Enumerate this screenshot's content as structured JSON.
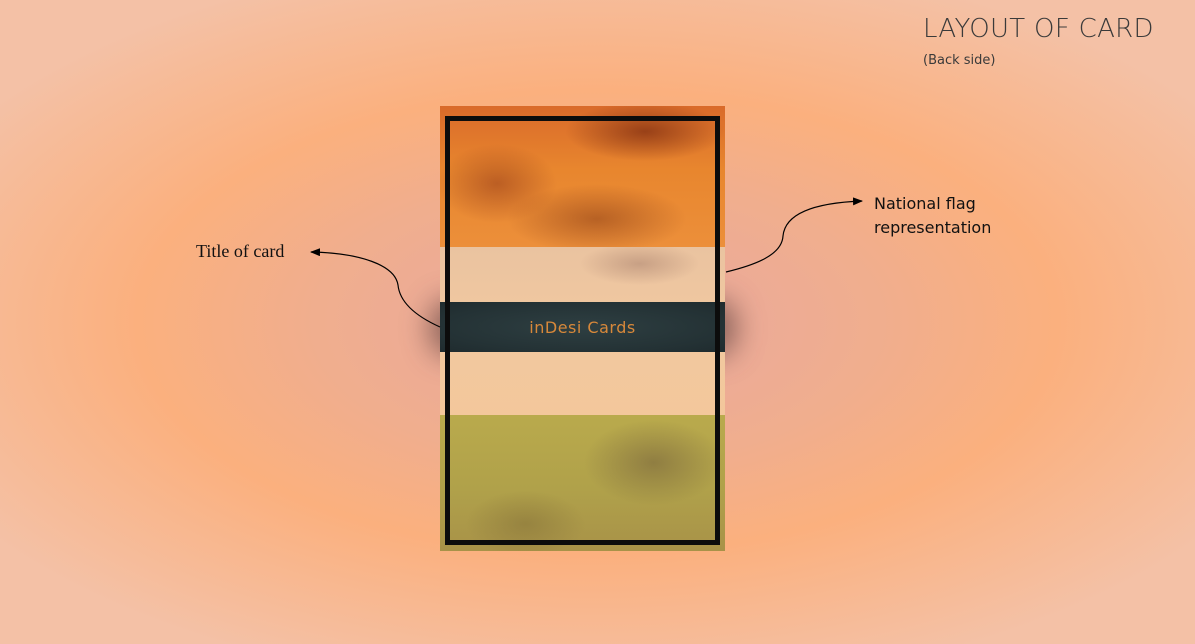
{
  "slide": {
    "title": "LAYOUT OF CARD",
    "subtitle": "(Back side)"
  },
  "card": {
    "title": "inDesi Cards",
    "bands": [
      "saffron",
      "white",
      "green"
    ],
    "colors": {
      "saffron": "#e8862e",
      "white": "#f2c9a0",
      "green": "#b0a14a",
      "title_strip": "#243235",
      "title_text": "#d7883a",
      "border": "#0c0c0c"
    }
  },
  "annotations": {
    "title_label": "Title of card",
    "flag_label_line1": "National flag",
    "flag_label_line2": "representation"
  }
}
